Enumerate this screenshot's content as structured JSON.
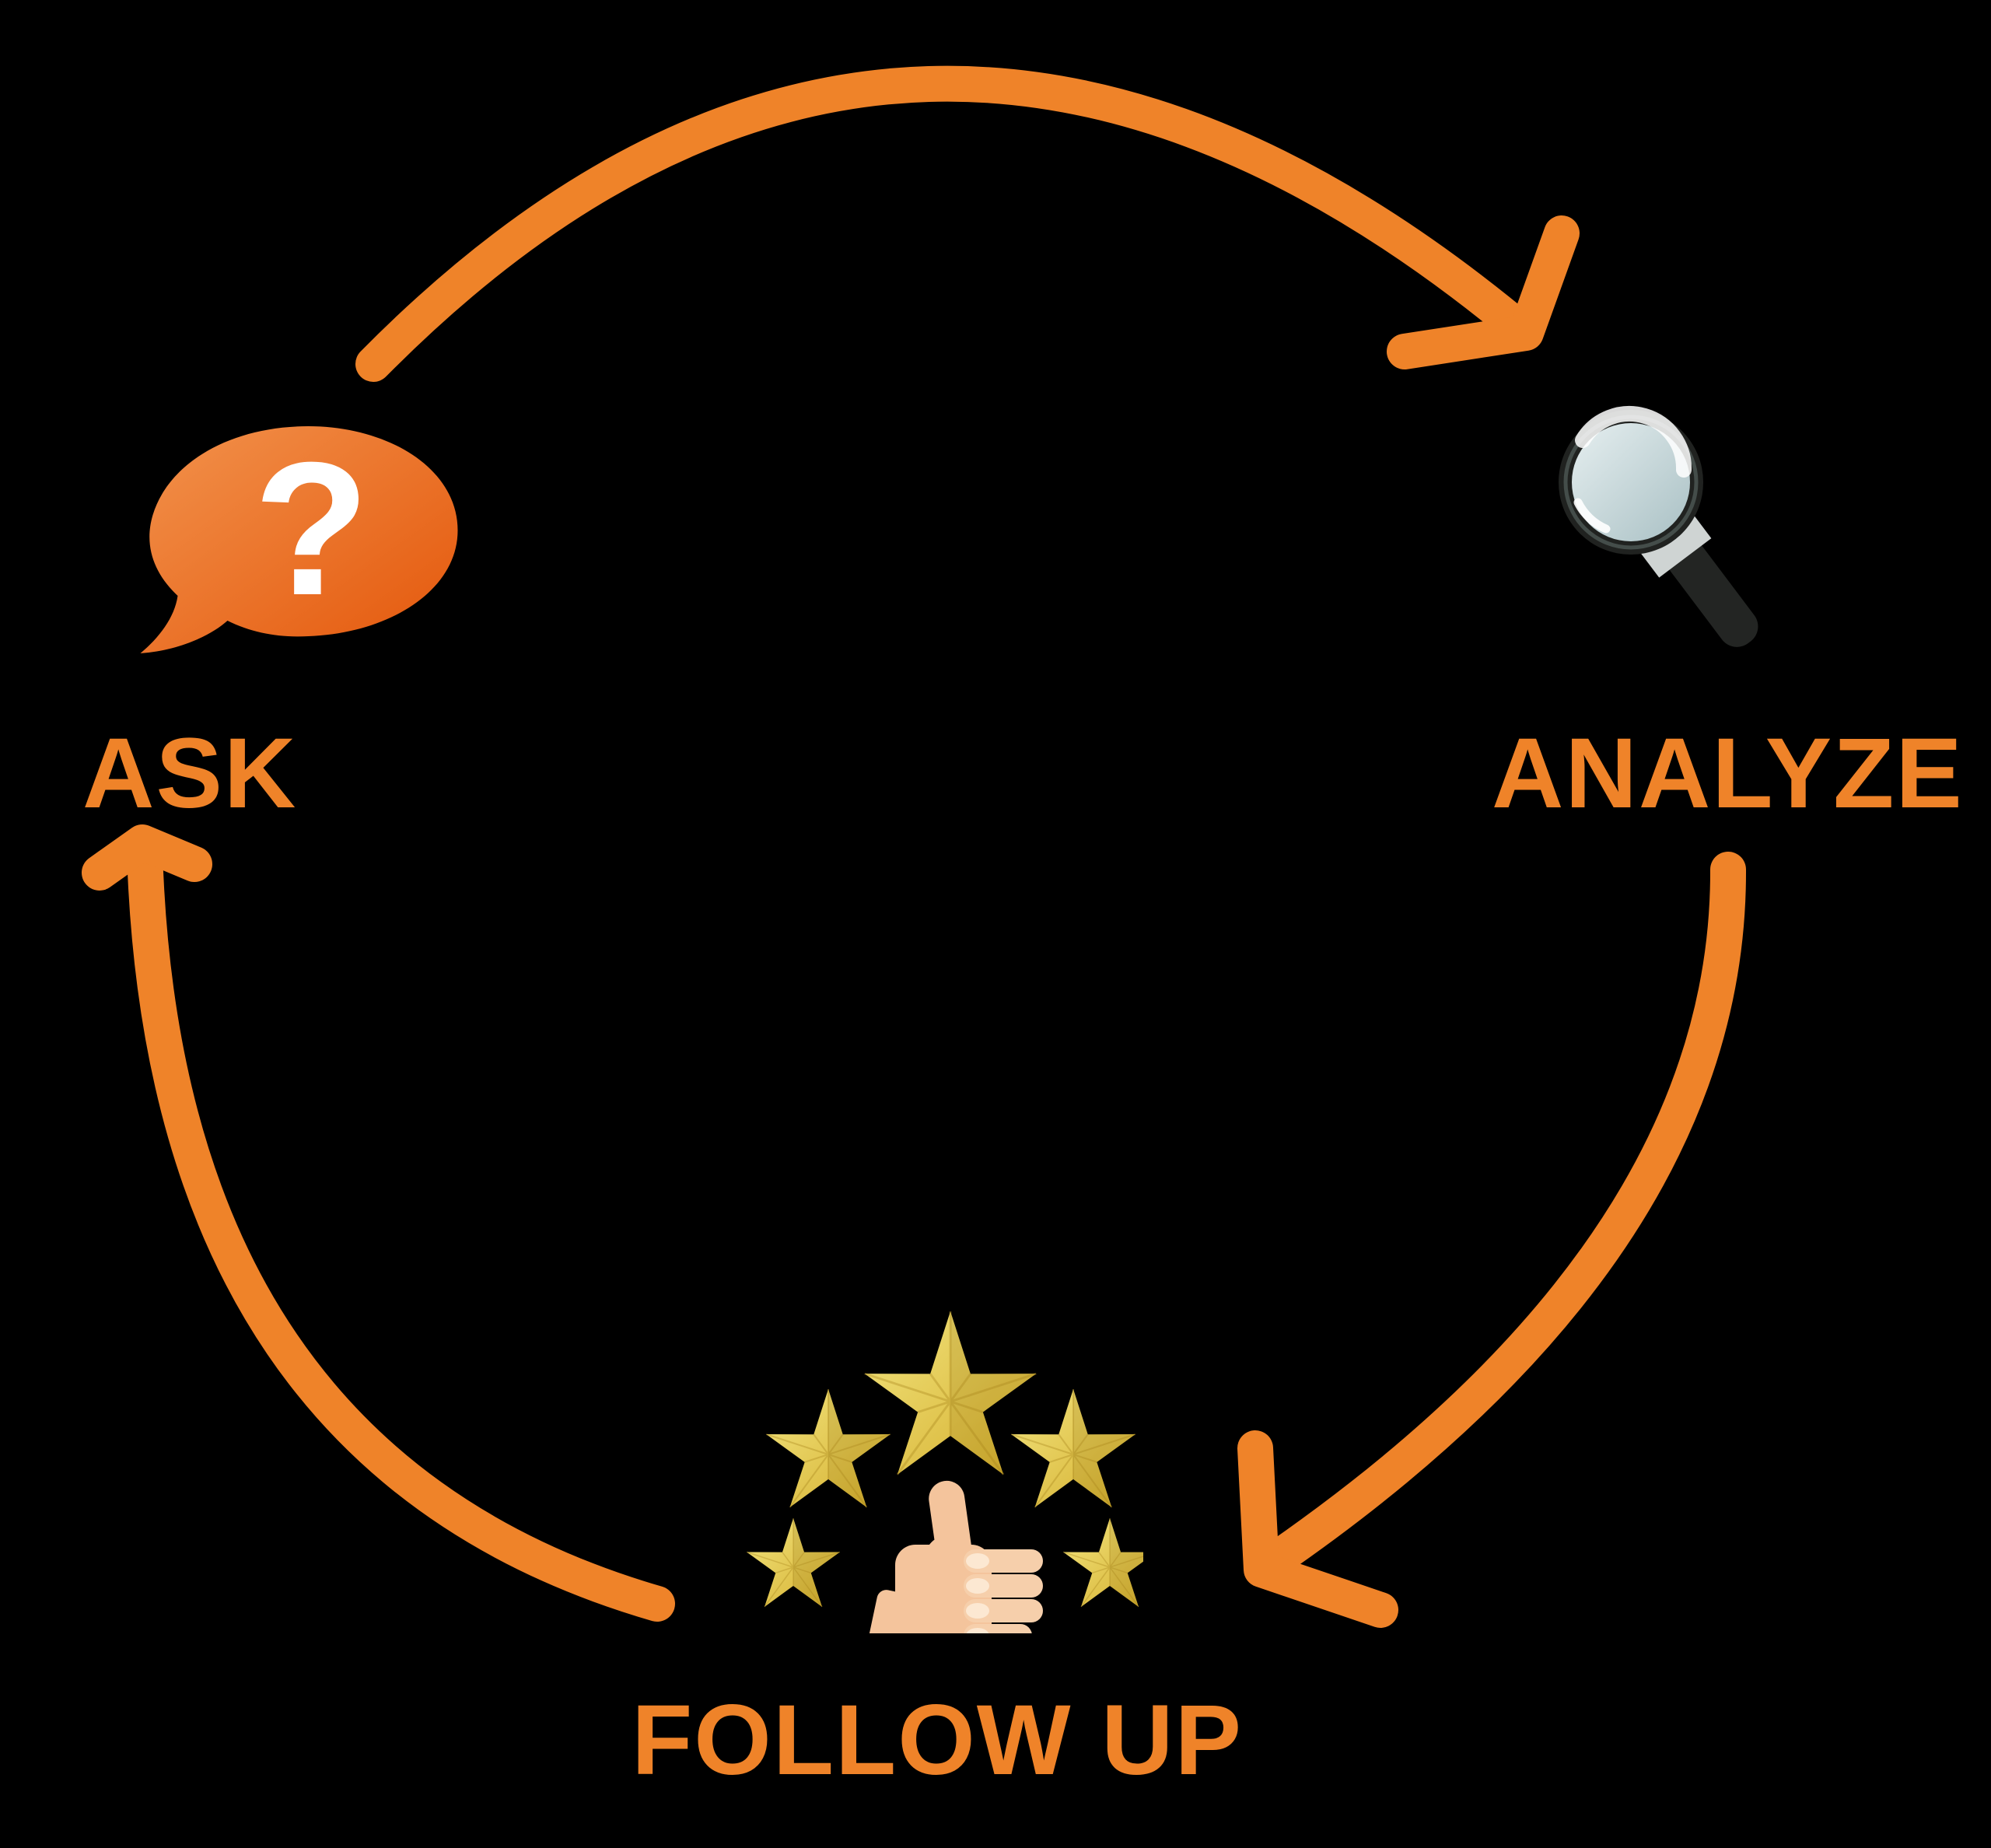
{
  "background_color": "#000000",
  "accent_color": "#EF8329",
  "cycle": {
    "steps": [
      {
        "label": "ASK",
        "icon": "question-speech-bubble-icon"
      },
      {
        "label": "ANALYZE",
        "icon": "magnifying-glass-icon"
      },
      {
        "label": "FOLLOW UP",
        "icon": "five-stars-thumbs-up-icon"
      }
    ],
    "edges": [
      {
        "from": "ASK",
        "to": "ANALYZE"
      },
      {
        "from": "ANALYZE",
        "to": "FOLLOW UP"
      },
      {
        "from": "FOLLOW UP",
        "to": "ASK"
      }
    ]
  },
  "ask_icon": {
    "glyph": "?"
  },
  "colors": {
    "label_orange": "#EF8329",
    "arrow_orange": "#EF8329",
    "bubble_gradient_start": "#F2924C",
    "bubble_gradient_end": "#E4570B",
    "star_gold_light": "#F2E47E",
    "star_gold_dark": "#D4AE2C",
    "hand_skin": "#F4C49C",
    "hand_fingers": "#F6CFAB",
    "hand_knuckles": "#FCE8D2",
    "magnifier_dark": "#232523",
    "magnifier_ferrule": "#CFD4D3",
    "lens_light": "#E6EFF0",
    "lens_dark": "#A9C0C4"
  }
}
